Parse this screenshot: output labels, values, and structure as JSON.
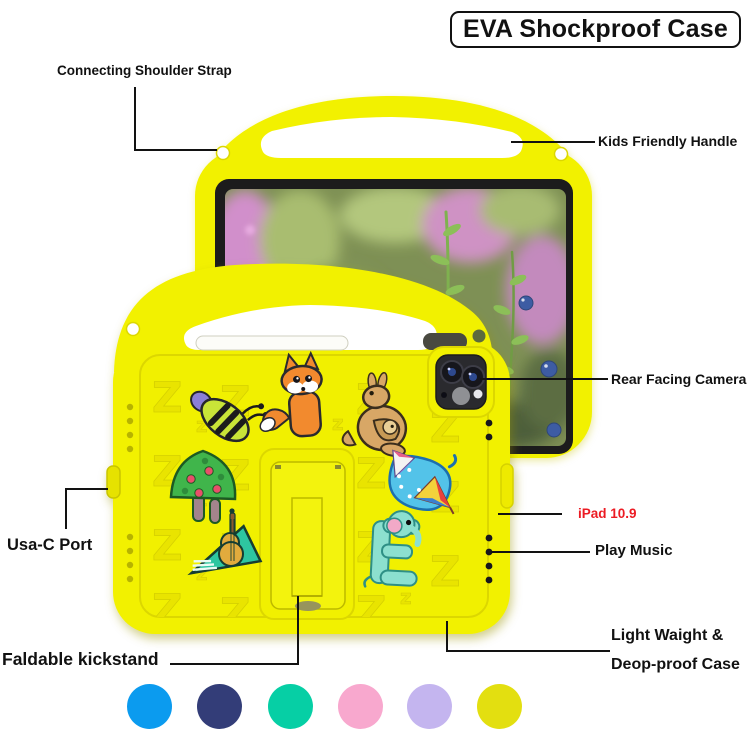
{
  "header": {
    "title": "EVA Shockproof Case"
  },
  "annotations": {
    "shoulder_strap": {
      "label": "Connecting Shoulder Strap"
    },
    "handle": {
      "label": "Kids Friendly Handle"
    },
    "camera": {
      "label": "Rear Facing Camera"
    },
    "model": {
      "label": "iPad 10.9",
      "color": "#EC1B23"
    },
    "music": {
      "label": "Play Music"
    },
    "port": {
      "label": "Usa-C Port"
    },
    "kickstand": {
      "label": "Faldable kickstand"
    },
    "weight": {
      "label_line1": "Light Waight &",
      "label_line2": "Deop-proof Case"
    }
  },
  "product": {
    "case_color": "#F2F106",
    "pattern_glyph": "Z",
    "pattern_glyph_small": "z",
    "charms": [
      "bee",
      "fox",
      "kangaroo",
      "mushroom-tree",
      "guitar-violin",
      "umbrella-bag",
      "elephant"
    ],
    "features_shown": [
      "handle",
      "shoulder-strap-holes",
      "rear-camera",
      "kickstand",
      "usb-c-port",
      "speaker-holes"
    ]
  },
  "swatches": [
    {
      "name": "blue",
      "hex": "#0B9BEF"
    },
    {
      "name": "navy",
      "hex": "#333D78"
    },
    {
      "name": "teal",
      "hex": "#06CFA5"
    },
    {
      "name": "pink",
      "hex": "#F8A8CE"
    },
    {
      "name": "lavender",
      "hex": "#C4B5EF"
    },
    {
      "name": "yellow",
      "hex": "#E3DF10"
    }
  ]
}
